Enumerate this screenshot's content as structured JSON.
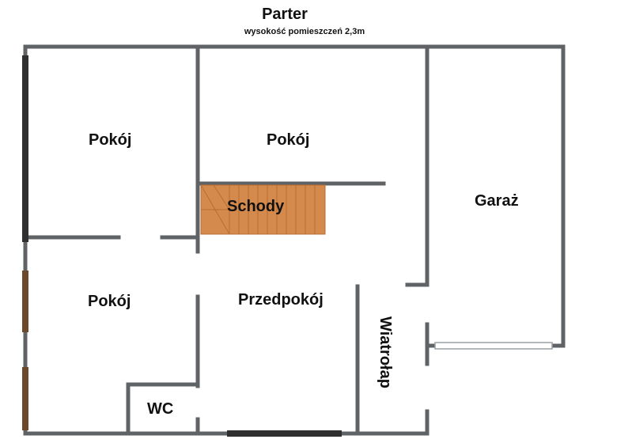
{
  "header": {
    "title": "Parter",
    "subtitle": "wysokość pomieszczeń 2,3m"
  },
  "rooms": {
    "room_top_left": "Pokój",
    "room_top_middle": "Pokój",
    "stairs": "Schody",
    "garage": "Garaż",
    "room_bottom_left": "Pokój",
    "hall": "Przedpokój",
    "vestibule": "Wiatrołap",
    "wc": "WC"
  },
  "colors": {
    "wall": "#5f6366",
    "window": "#2f2f2f",
    "window_brown": "#6b4a2b",
    "stairs_fill": "#d4894d",
    "stairs_line": "#b86d34",
    "garage_door": "#9aa0a4"
  }
}
